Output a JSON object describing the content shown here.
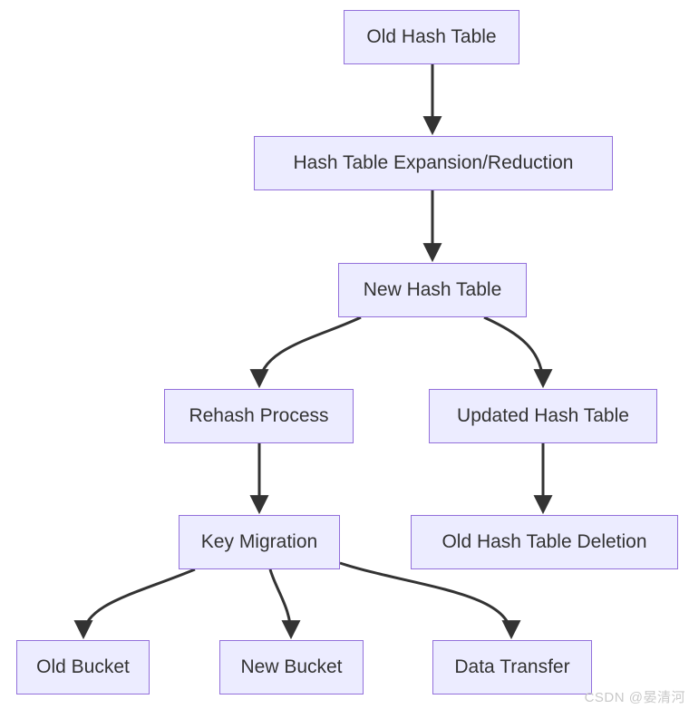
{
  "diagram": {
    "type": "flowchart",
    "direction": "top-down",
    "colors": {
      "background": "#ffffff",
      "node_fill": "#ECECFF",
      "node_border": "#9370DB",
      "node_text": "#333333",
      "edge": "#333333",
      "watermark_text": "#c9c9c9"
    },
    "nodes": {
      "old_hash_table": {
        "label": "Old Hash Table"
      },
      "expansion_reduction": {
        "label": "Hash Table Expansion/Reduction"
      },
      "new_hash_table": {
        "label": "New Hash Table"
      },
      "rehash_process": {
        "label": "Rehash Process"
      },
      "updated_hash_table": {
        "label": "Updated Hash Table"
      },
      "key_migration": {
        "label": "Key Migration"
      },
      "old_hash_table_deletion": {
        "label": "Old Hash Table Deletion"
      },
      "old_bucket": {
        "label": "Old Bucket"
      },
      "new_bucket": {
        "label": "New Bucket"
      },
      "data_transfer": {
        "label": "Data Transfer"
      }
    },
    "edges": [
      {
        "from": "Old Hash Table",
        "to": "Hash Table Expansion/Reduction"
      },
      {
        "from": "Hash Table Expansion/Reduction",
        "to": "New Hash Table"
      },
      {
        "from": "New Hash Table",
        "to": "Rehash Process"
      },
      {
        "from": "New Hash Table",
        "to": "Updated Hash Table"
      },
      {
        "from": "Rehash Process",
        "to": "Key Migration"
      },
      {
        "from": "Updated Hash Table",
        "to": "Old Hash Table Deletion"
      },
      {
        "from": "Key Migration",
        "to": "Old Bucket"
      },
      {
        "from": "Key Migration",
        "to": "New Bucket"
      },
      {
        "from": "Key Migration",
        "to": "Data Transfer"
      }
    ]
  },
  "watermark": {
    "text": "CSDN @晏清河"
  }
}
